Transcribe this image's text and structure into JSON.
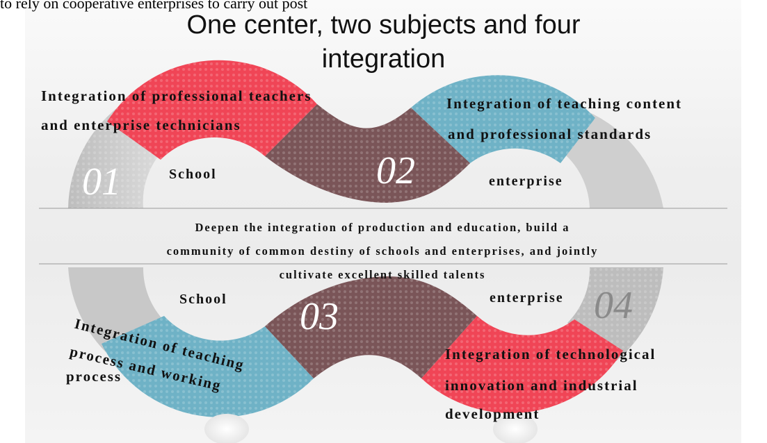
{
  "top_note": "to rely on cooperative enterprises to carry out post",
  "title_line1": "One center, two subjects and four",
  "title_line2": "integration",
  "quadrants": {
    "q1": {
      "number": "01",
      "line1": "Integration of professional teachers",
      "line2": "and enterprise technicians",
      "side_label": "School"
    },
    "q2": {
      "number": "02",
      "line1": "Integration of teaching content",
      "line2": "and professional standards",
      "side_label": "enterprise"
    },
    "q3": {
      "number": "03",
      "line1": "Integration of teaching",
      "line2": "process and working",
      "line3": "process",
      "side_label": "School"
    },
    "q4": {
      "number": "04",
      "line1": "Integration of technological",
      "line2": "innovation and industrial",
      "line3": "development",
      "side_label": "enterprise"
    }
  },
  "center": {
    "line1": "Deepen the integration of production and education, build a",
    "line2": "community of common destiny of schools and enterprises, and jointly",
    "line3": "cultivate excellent skilled talents"
  },
  "colors": {
    "red": "#f04556",
    "blue": "#6fb2c6",
    "mauve": "#7a5558",
    "grey": "#c9c9c9"
  }
}
